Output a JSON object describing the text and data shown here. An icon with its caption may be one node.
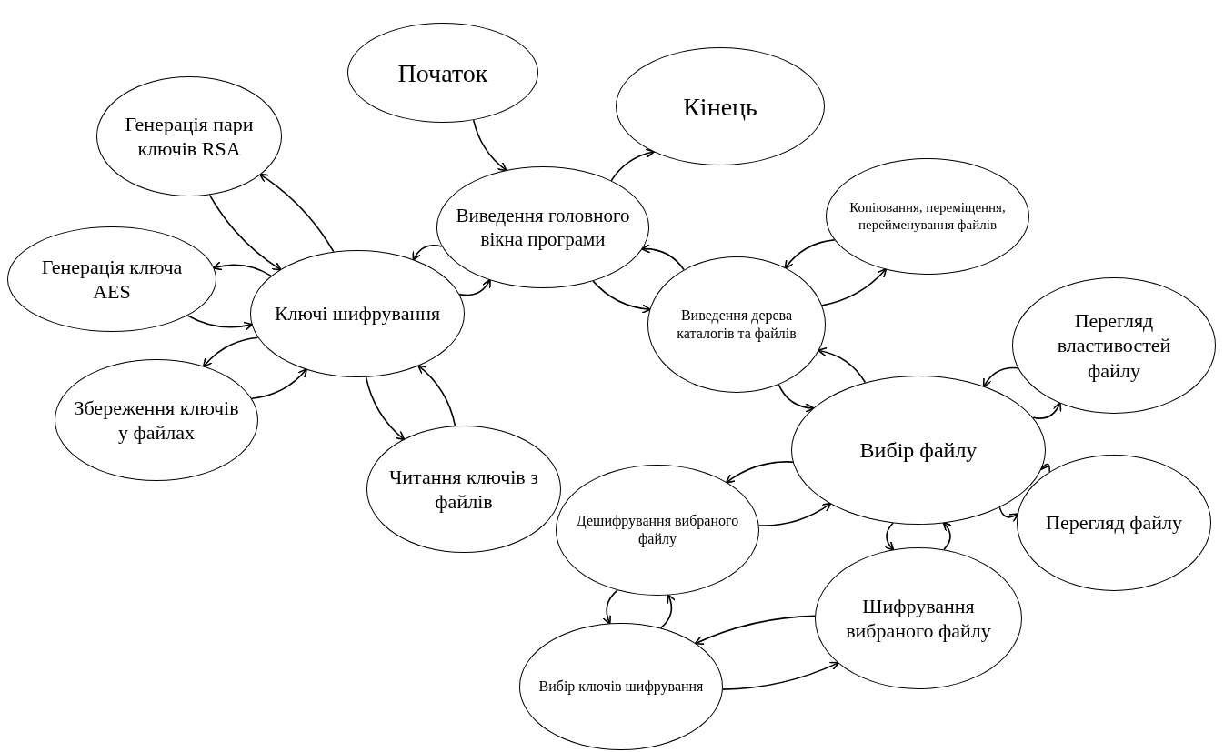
{
  "diagram": {
    "nodes": [
      {
        "text": [
          "Початок"
        ]
      },
      {
        "text": [
          "Кінець"
        ]
      },
      {
        "text": [
          "Генерація пари ключів RSA"
        ]
      },
      {
        "text": [
          "Виведення головного вікна програми"
        ]
      },
      {
        "text": [
          "Копіювання, переміщення, перейменування файлів"
        ]
      },
      {
        "text": [
          "Генерація ключа AES"
        ]
      },
      {
        "text": [
          "Ключі шифрування"
        ]
      },
      {
        "text": [
          "Виведення дерева каталогів та файлів"
        ]
      },
      {
        "text": [
          "Перегляд властивостей файлу"
        ]
      },
      {
        "text": [
          "Збереження ключів у файлах"
        ]
      },
      {
        "text": [
          "Читання ключів з файлів"
        ]
      },
      {
        "text": [
          "Вибір файлу"
        ]
      },
      {
        "text": [
          "Перегляд файлу"
        ]
      },
      {
        "text": [
          "Дешифрування вибраного файлу"
        ]
      },
      {
        "text": [
          "Шифрування вибраного файлу"
        ]
      },
      {
        "text": [
          "Вибір ключів шифрування"
        ]
      }
    ],
    "edges": [
      {
        "from": 0,
        "to": 3,
        "arrow": "to"
      },
      {
        "from": 3,
        "to": 1,
        "arrow": "to"
      },
      {
        "from": 6,
        "to": 3,
        "arrow": "to"
      },
      {
        "from": 3,
        "to": 6,
        "arrow": "to"
      },
      {
        "from": 6,
        "to": 2,
        "arrow": "to"
      },
      {
        "from": 2,
        "to": 6,
        "arrow": "to"
      },
      {
        "from": 5,
        "to": 6,
        "arrow": "to"
      },
      {
        "from": 6,
        "to": 5,
        "arrow": "to"
      },
      {
        "from": 6,
        "to": 9,
        "arrow": "to"
      },
      {
        "from": 9,
        "to": 6,
        "arrow": "to"
      },
      {
        "from": 6,
        "to": 10,
        "arrow": "to"
      },
      {
        "from": 10,
        "to": 6,
        "arrow": "to"
      },
      {
        "from": 3,
        "to": 7,
        "arrow": "to"
      },
      {
        "from": 7,
        "to": 3,
        "arrow": "to"
      },
      {
        "from": 7,
        "to": 4,
        "arrow": "to"
      },
      {
        "from": 4,
        "to": 7,
        "arrow": "to"
      },
      {
        "from": 7,
        "to": 11,
        "arrow": "to"
      },
      {
        "from": 11,
        "to": 7,
        "arrow": "to"
      },
      {
        "from": 11,
        "to": 8,
        "arrow": "to"
      },
      {
        "from": 8,
        "to": 11,
        "arrow": "to"
      },
      {
        "from": 11,
        "to": 12,
        "arrow": "to"
      },
      {
        "from": 12,
        "to": 11,
        "arrow": "to"
      },
      {
        "from": 11,
        "to": 14,
        "arrow": "to"
      },
      {
        "from": 14,
        "to": 11,
        "arrow": "to"
      },
      {
        "from": 11,
        "to": 13,
        "arrow": "to"
      },
      {
        "from": 13,
        "to": 11,
        "arrow": "to"
      },
      {
        "from": 13,
        "to": 15,
        "arrow": "to"
      },
      {
        "from": 15,
        "to": 13,
        "arrow": "to"
      },
      {
        "from": 15,
        "to": 14,
        "arrow": "to"
      },
      {
        "from": 14,
        "to": 15,
        "arrow": "to"
      }
    ]
  }
}
